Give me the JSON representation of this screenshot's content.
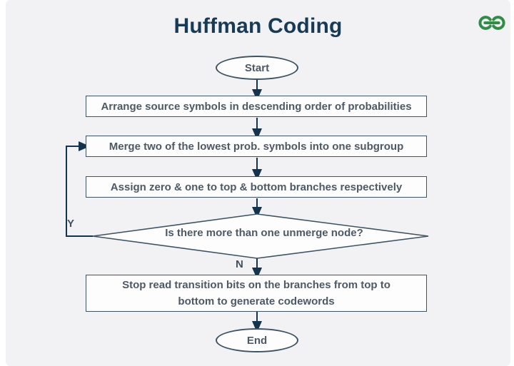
{
  "page": {
    "title": "Huffman Coding"
  },
  "brand": {
    "logo_name": "geeksforgeeks-logo",
    "logo_color": "#2f8d46"
  },
  "flowchart": {
    "start_label": "Start",
    "steps": [
      "Arrange source symbols in descending order of probabilities",
      "Merge two of the lowest prob. symbols into one subgroup",
      "Assign zero & one to top & bottom branches respectively",
      "Stop read transition bits on the branches from top to bottom to generate codewords"
    ],
    "decision": {
      "question": "Is there more than one unmerge node?",
      "yes_label": "Y",
      "no_label": "N"
    },
    "end_label": "End"
  },
  "colors": {
    "background": "#f2f2f4",
    "node_fill": "#fdfdfe",
    "node_border": "#3e5363",
    "connector": "#14334d",
    "title_text": "#173a56",
    "node_text": "#4e5964",
    "brand_green": "#2f8d46"
  }
}
